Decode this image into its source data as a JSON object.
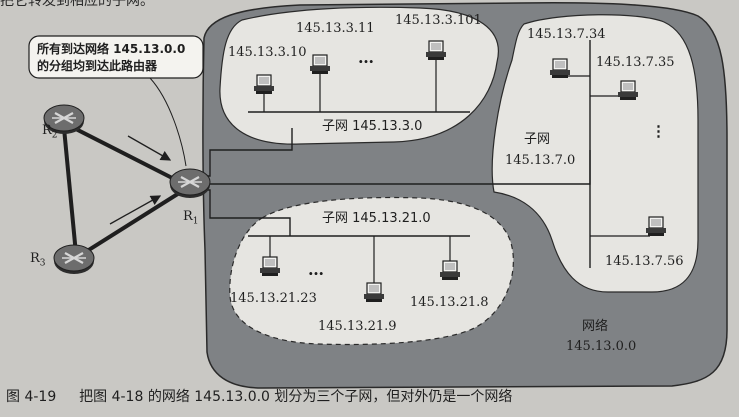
{
  "top_cut_text": "把它转发到相应的子网。",
  "callout": {
    "line1": "所有到达网络 145.13.0.0",
    "line2": "的分组均到达此路由器"
  },
  "routers": {
    "r1": "R",
    "r1_sub": "1",
    "r2": "R",
    "r2_sub": "2",
    "r3": "R",
    "r3_sub": "3"
  },
  "subnet_3": {
    "label": "子网 145.13.3.0",
    "hosts": [
      "145.13.3.10",
      "145.13.3.11",
      "145.13.3.101"
    ],
    "ellipsis": "…"
  },
  "subnet_7": {
    "label_line1": "子网",
    "label_line2": "145.13.7.0",
    "hosts": [
      "145.13.7.34",
      "145.13.7.35",
      "145.13.7.56"
    ],
    "ellipsis": "⋮"
  },
  "subnet_21": {
    "label": "子网 145.13.21.0",
    "hosts": [
      "145.13.21.23",
      "145.13.21.9",
      "145.13.21.8"
    ],
    "ellipsis": "…"
  },
  "network": {
    "label_line1": "网络",
    "label_line2": "145.13.0.0"
  },
  "caption": {
    "number": "图 4-19",
    "text": "把图 4-18 的网络 145.13.0.0 划分为三个子网，但对外仍是一个网络"
  },
  "colors": {
    "page": "#c9c8c4",
    "network_fill": "#7f8285",
    "subnet_fill": "#e6e5e1",
    "ink": "#1f1f1f"
  }
}
